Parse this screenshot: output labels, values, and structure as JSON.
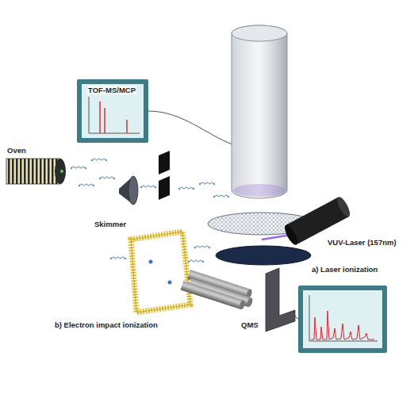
{
  "diagram": {
    "labels": [
      "TOF-MS/MCP",
      "Oven",
      "Skimmer",
      "VUV-Laser (157nm)",
      "a) Laser ionization",
      "b) Electron impact ionization",
      "QMS"
    ]
  }
}
